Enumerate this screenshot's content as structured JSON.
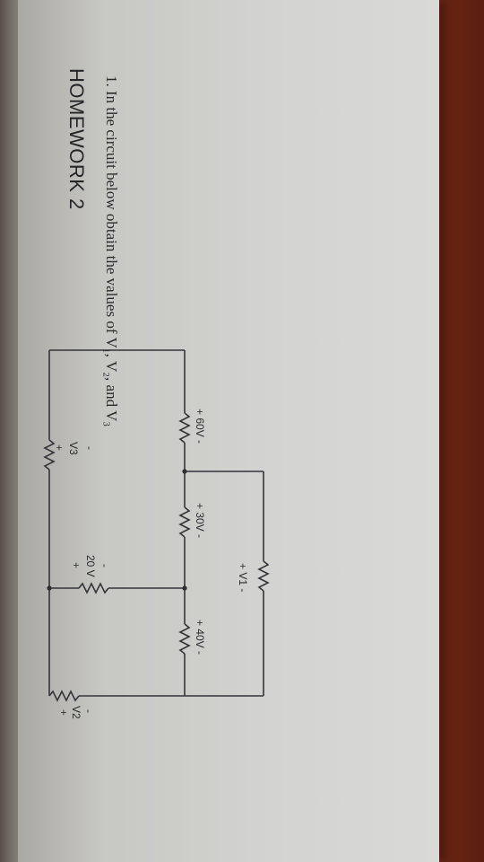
{
  "document": {
    "title": "HOMEWORK 2",
    "question": "1. In the circuit below obtain the values of V₁, V₂, and V₃"
  },
  "circuit": {
    "labels": {
      "v1": "+ V1 -",
      "v60": "+ 60V -",
      "v30": "+ 30V -",
      "v40": "+ 40V -",
      "v20_plus": "+",
      "v20": "20 V",
      "v20_minus": "-",
      "v3_plus": "+",
      "v3": "V3",
      "v3_minus": "-",
      "v2_plus": "+",
      "v2": "V2",
      "v2_minus": "-"
    }
  },
  "colors": {
    "paper": "#d3d3d1",
    "ink": "#2a2a2e",
    "wood": "#7a3018"
  }
}
